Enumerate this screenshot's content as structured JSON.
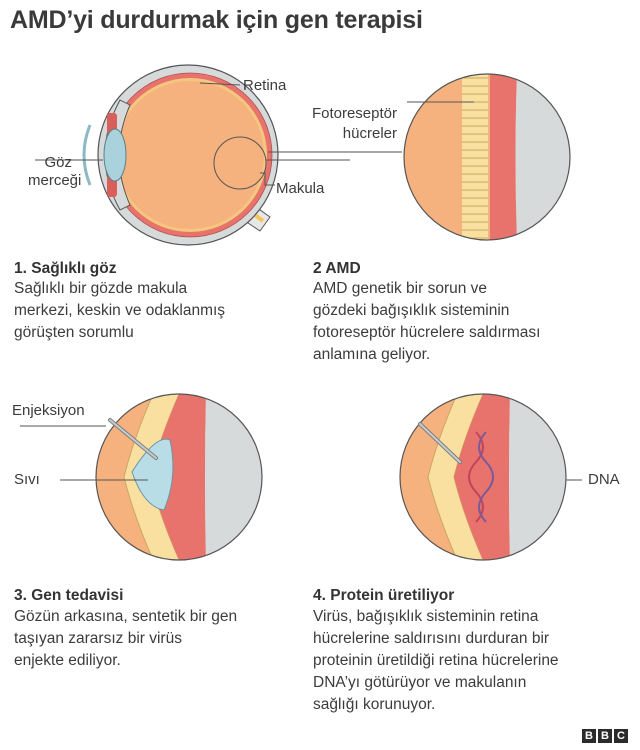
{
  "title": "AMD’yi durdurmak için gen terapisi",
  "labels": {
    "retina": "Retina",
    "lens": "Göz\nmerceği",
    "macula": "Makula",
    "photoreceptor": "Fotoreseptör\nhücreler",
    "injection": "Enjeksiyon",
    "fluid": "Sıvı",
    "dna": "DNA"
  },
  "steps": [
    {
      "heading": "1. Sağlıklı göz",
      "text": "Sağlıklı bir gözde makula\nmerkezi, keskin ve odaklanmış\ngörüşten sorumlu"
    },
    {
      "heading": "2 AMD",
      "text": "AMD genetik bir sorun ve\ngözdeki bağışıklık sisteminin\nfotoreseptör hücrelere saldırması\nanlamına geliyor."
    },
    {
      "heading": "3. Gen tedavisi",
      "text": "Gözün arkasına, sentetik bir gen\ntaşıyan zararsız bir virüs\nenjekte ediliyor."
    },
    {
      "heading": "4. Protein üretiliyor",
      "text": "Virüs, bağışıklık sisteminin retina\nhücrelerine saldırısını durduran bir\nproteinin üretildiği retina hücrelerine\nDNA’yı götürüyor ve makulanın\nsağlığı korunuyor."
    }
  ],
  "logo": [
    "B",
    "B",
    "C"
  ],
  "colors": {
    "eyeball": "#f5b27e",
    "retina": "#e8736d",
    "sclera": "#d7dadb",
    "cells": "#f9dfa0",
    "lens": "#a9d2dc",
    "outline": "#555555"
  }
}
